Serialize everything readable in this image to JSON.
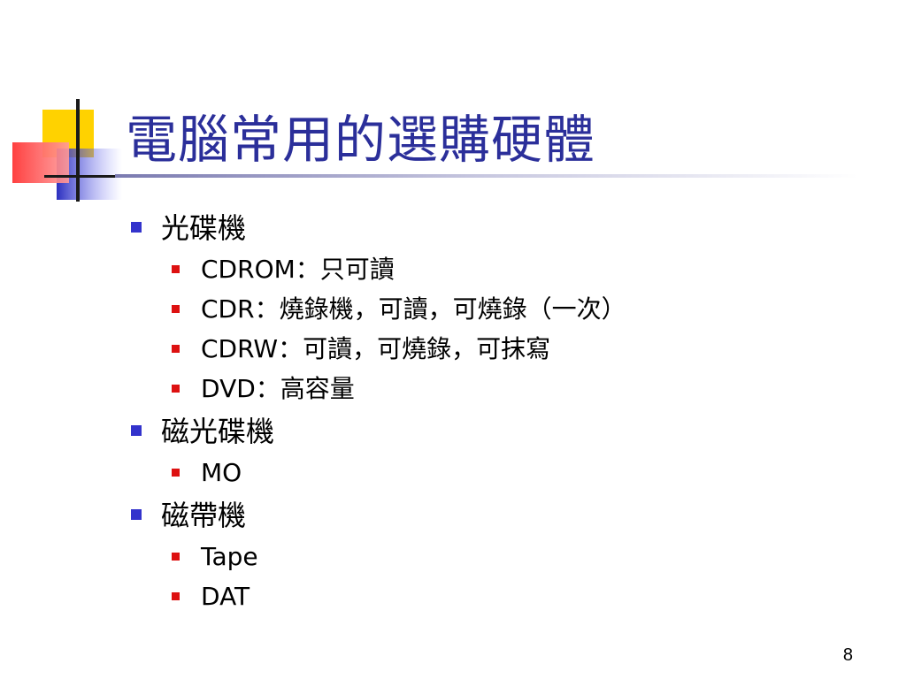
{
  "slide": {
    "title": "電腦常用的選購硬體",
    "page_number": "8",
    "colors": {
      "title": "#2b2f9a",
      "level1_bullet": "#3333cc",
      "level2_bullet": "#dd1111",
      "deco_yellow": "#ffd200",
      "deco_blue": "#2b2fbf",
      "deco_red": "#ff5a5a"
    },
    "sections": [
      {
        "heading": "光碟機",
        "items": [
          "CDROM：只可讀",
          "CDR：燒錄機，可讀，可燒錄（一次）",
          "CDRW：可讀，可燒錄，可抹寫",
          "DVD：高容量"
        ]
      },
      {
        "heading": "磁光碟機",
        "items": [
          "MO"
        ]
      },
      {
        "heading": "磁帶機",
        "items": [
          "Tape",
          "DAT"
        ]
      }
    ]
  }
}
